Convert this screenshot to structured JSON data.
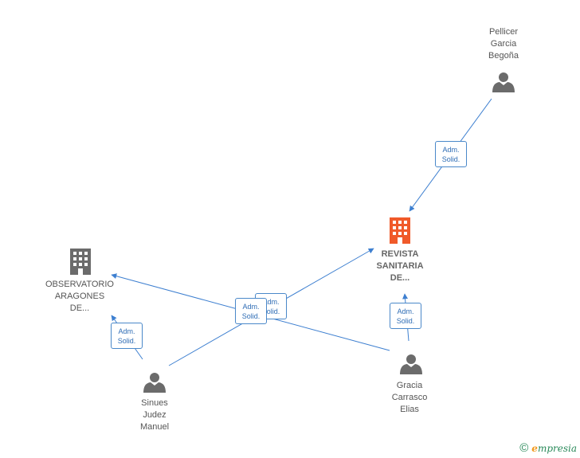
{
  "colors": {
    "edge": "#3d7fd0",
    "person": "#6b6b6b",
    "company": "#6b6b6b",
    "company_main": "#f05a2a"
  },
  "nodes": {
    "pellicer": {
      "label": "Pellicer\nGarcia\nBegoña",
      "icon": "person-icon"
    },
    "revista": {
      "label": "REVISTA\nSANITARIA\nDE...",
      "icon": "building-icon"
    },
    "observatorio": {
      "label": "OBSERVATORIO\nARAGONES\nDE...",
      "icon": "building-icon"
    },
    "sinues": {
      "label": "Sinues\nJudez\nManuel",
      "icon": "person-icon"
    },
    "gracia": {
      "label": "Gracia\nCarrasco\nElias",
      "icon": "person-icon"
    }
  },
  "edges": [
    {
      "from": "pellicer",
      "to": "revista",
      "label": "Adm.\nSolid."
    },
    {
      "from": "gracia",
      "to": "revista",
      "label": "Adm.\nSolid."
    },
    {
      "from": "sinues",
      "to": "observatorio",
      "label": "Adm.\nSolid."
    },
    {
      "from": "sinues",
      "to": "revista",
      "label": "Adm.\nSolid."
    },
    {
      "from": "gracia",
      "to": "observatorio",
      "label": "Adm.\nSolid."
    }
  ],
  "brand": {
    "copyright": "©",
    "first_letter": "e",
    "rest": "mpresia"
  }
}
